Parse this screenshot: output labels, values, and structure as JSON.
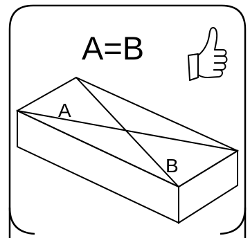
{
  "equation": "A=B",
  "label_a": "A",
  "label_b": "B",
  "icon": "thumbs-up-icon",
  "colors": {
    "stroke": "#000000",
    "background": "#ffffff"
  }
}
